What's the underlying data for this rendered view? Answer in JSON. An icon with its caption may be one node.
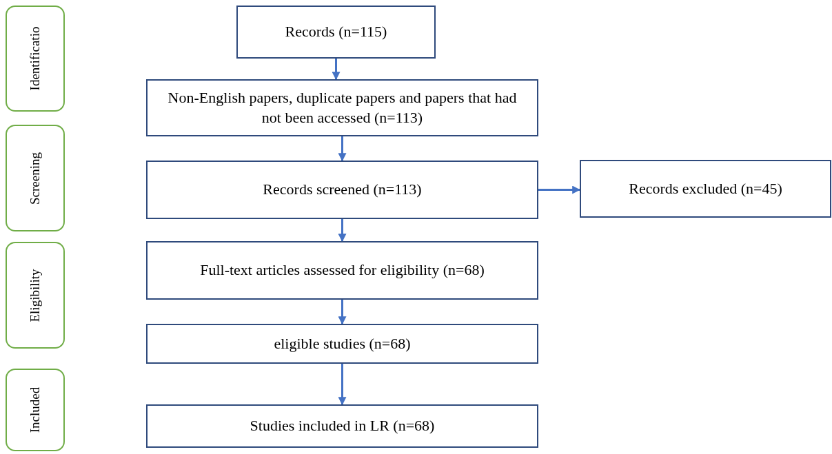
{
  "diagram": {
    "nodes": [
      {
        "text": [
          "Identificatio"
        ]
      },
      {
        "text": [
          "Screening"
        ]
      },
      {
        "text": [
          "Eligibility"
        ]
      },
      {
        "text": [
          "Included"
        ]
      },
      {
        "text": [
          "Records (n=115)"
        ]
      },
      {
        "text": [
          "Non-English papers, duplicate papers and papers that had not been accessed (n=113)"
        ]
      },
      {
        "text": [
          "Records screened (n=113)"
        ]
      },
      {
        "text": [
          "Records excluded (n=45)"
        ]
      },
      {
        "text": [
          "Full-text articles assessed for eligibility (n=68)"
        ]
      },
      {
        "text": [
          "eligible studies (n=68)"
        ]
      },
      {
        "text": [
          "Studies included in LR (n=68)"
        ]
      }
    ],
    "edges": [
      {
        "from": 4,
        "to": 5,
        "arrow": "to"
      },
      {
        "from": 5,
        "to": 6,
        "arrow": "to"
      },
      {
        "from": 6,
        "to": 7,
        "arrow": "to"
      },
      {
        "from": 6,
        "to": 8,
        "arrow": "to"
      },
      {
        "from": 8,
        "to": 9,
        "arrow": "to"
      },
      {
        "from": 9,
        "to": 10,
        "arrow": "to"
      }
    ]
  }
}
